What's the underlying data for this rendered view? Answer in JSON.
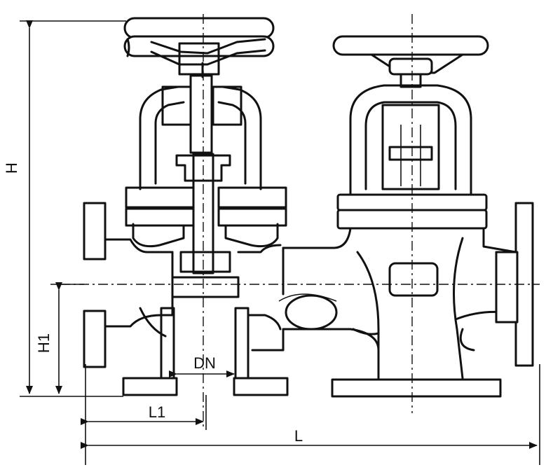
{
  "dimensions": {
    "height_label": "H",
    "inlet_height_label": "H1",
    "bore_label": "DN",
    "half_length_label": "L1",
    "length_label": "L"
  },
  "colors": {
    "line": "#111111",
    "hatch": "#111111",
    "background": "#ffffff"
  }
}
